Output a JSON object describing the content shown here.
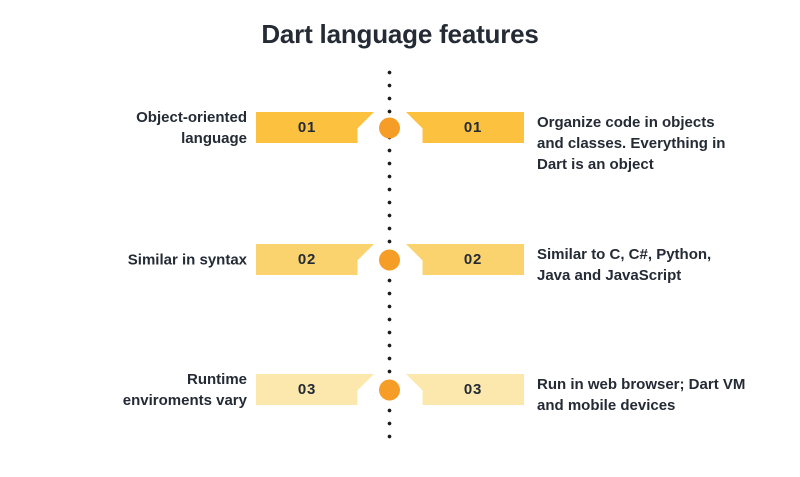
{
  "title": "Dart language features",
  "colors": {
    "ink": "#242B35",
    "timeline_dots": "#1B1B1B",
    "node_dot": "#F59D26",
    "banner_row1": "#FCC13E",
    "banner_row2": "#FBD36E",
    "banner_row3": "#FCE8AC"
  },
  "rows": [
    {
      "number": "01",
      "label": "Object-oriented\nlanguage",
      "description": "Organize code in objects\nand classes. Everything in\nDart is an object",
      "banner_color": "#FCC13E"
    },
    {
      "number": "02",
      "label": "Similar in syntax",
      "description": "Similar to C, C#, Python,\nJava and JavaScript",
      "banner_color": "#FBD36E"
    },
    {
      "number": "03",
      "label": "Runtime\nenviroments vary",
      "description": "Run in web browser; Dart VM\nand mobile devices",
      "banner_color": "#FCE8AC"
    }
  ]
}
